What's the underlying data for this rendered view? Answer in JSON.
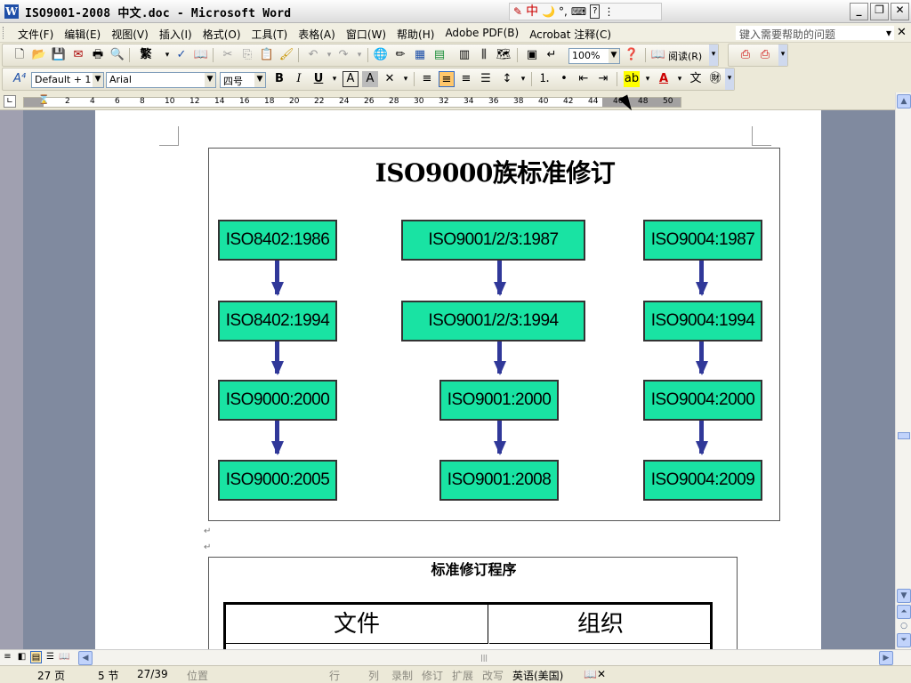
{
  "window": {
    "title": "ISO9001-2008 中文.doc - Microsoft Word",
    "ime": {
      "mode": "中",
      "shape": "🌙",
      "punct": "°,"
    },
    "controls": {
      "minimize": "_",
      "restore": "❐",
      "close": "✕"
    }
  },
  "menu": {
    "items": [
      "文件(F)",
      "编辑(E)",
      "视图(V)",
      "插入(I)",
      "格式(O)",
      "工具(T)",
      "表格(A)",
      "窗口(W)",
      "帮助(H)",
      "Adobe PDF(B)",
      "Acrobat 注释(C)"
    ],
    "help_placeholder": "键入需要帮助的问题"
  },
  "standard_toolbar": {
    "zoom": "100%",
    "reading_label": "阅读(R)",
    "chinese_convert": "繁"
  },
  "format_toolbar": {
    "style": "Default + 1",
    "font": "Arial",
    "size": "四号",
    "bold": "B",
    "italic": "I",
    "underline": "U",
    "char_border": "A",
    "char_shade": "A"
  },
  "ruler": {
    "ticks": [
      "2",
      "4",
      "6",
      "8",
      "10",
      "12",
      "14",
      "16",
      "18",
      "20",
      "22",
      "24",
      "26",
      "28",
      "30",
      "32",
      "34",
      "36",
      "38",
      "40",
      "42",
      "44",
      "46",
      "48",
      "50"
    ]
  },
  "figure": {
    "title": "ISO9000族标准修订",
    "columns": [
      [
        "ISO8402:1986",
        "ISO8402:1994",
        "ISO9000:2000",
        "ISO9000:2005"
      ],
      [
        "ISO9001/2/3:1987",
        "ISO9001/2/3:1994",
        "ISO9001:2000",
        "ISO9001:2008"
      ],
      [
        "ISO9004:1987",
        "ISO9004:1994",
        "ISO9004:2000",
        "ISO9004:2009"
      ]
    ]
  },
  "table2": {
    "caption": "标准修订程序",
    "headers": [
      "文件",
      "组织"
    ]
  },
  "statusbar": {
    "page": "27 页",
    "section": "5 节",
    "pages": "27/39",
    "position": "位置",
    "line": "行",
    "column": "列",
    "record": "录制",
    "revision": "修订",
    "extend": "扩展",
    "overtype": "改写",
    "language": "英语(美国)"
  }
}
